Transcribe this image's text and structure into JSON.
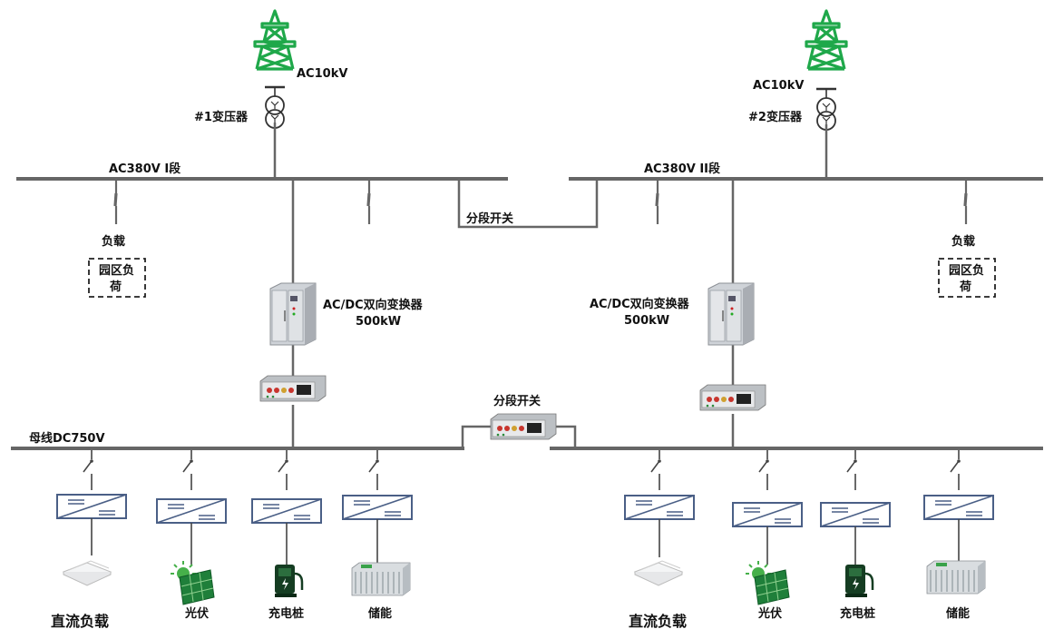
{
  "labels": {
    "ac10kv_left": "AC10kV",
    "ac10kv_right": "AC10kV",
    "transformer1": "#1变压器",
    "transformer2": "#2变压器",
    "bus_ac_left": "AC380V I段",
    "bus_ac_right": "AC380V II段",
    "section_switch_ac": "分段开关",
    "load_left": "负载",
    "load_right": "负载",
    "park_load_left_l1": "园区负",
    "park_load_left_l2": "荷",
    "park_load_right_l1": "园区负",
    "park_load_right_l2": "荷",
    "converter_left_name": "AC/DC双向变换器",
    "converter_left_power": "500kW",
    "converter_right_name": "AC/DC双向变换器",
    "converter_right_power": "500kW",
    "section_switch_dc": "分段开关",
    "bus_dc": "母线DC750V",
    "dc_load_left": "直流负载",
    "pv_left": "光伏",
    "charger_left": "充电桩",
    "storage_left": "储能",
    "dc_load_right": "直流负载",
    "pv_right": "光伏",
    "charger_right": "充电桩",
    "storage_right": "储能"
  },
  "colors": {
    "tower": "#1fa84a",
    "bus": "#666666",
    "converter_border": "#4a5f86"
  },
  "icons": {
    "tower": "power-tower-icon",
    "transformer": "transformer-icon",
    "cabinet": "converter-cabinet-icon",
    "panel": "control-panel-icon",
    "dc_load": "dc-load-icon",
    "pv": "solar-panel-icon",
    "charger": "charging-pile-icon",
    "storage": "battery-storage-icon"
  }
}
